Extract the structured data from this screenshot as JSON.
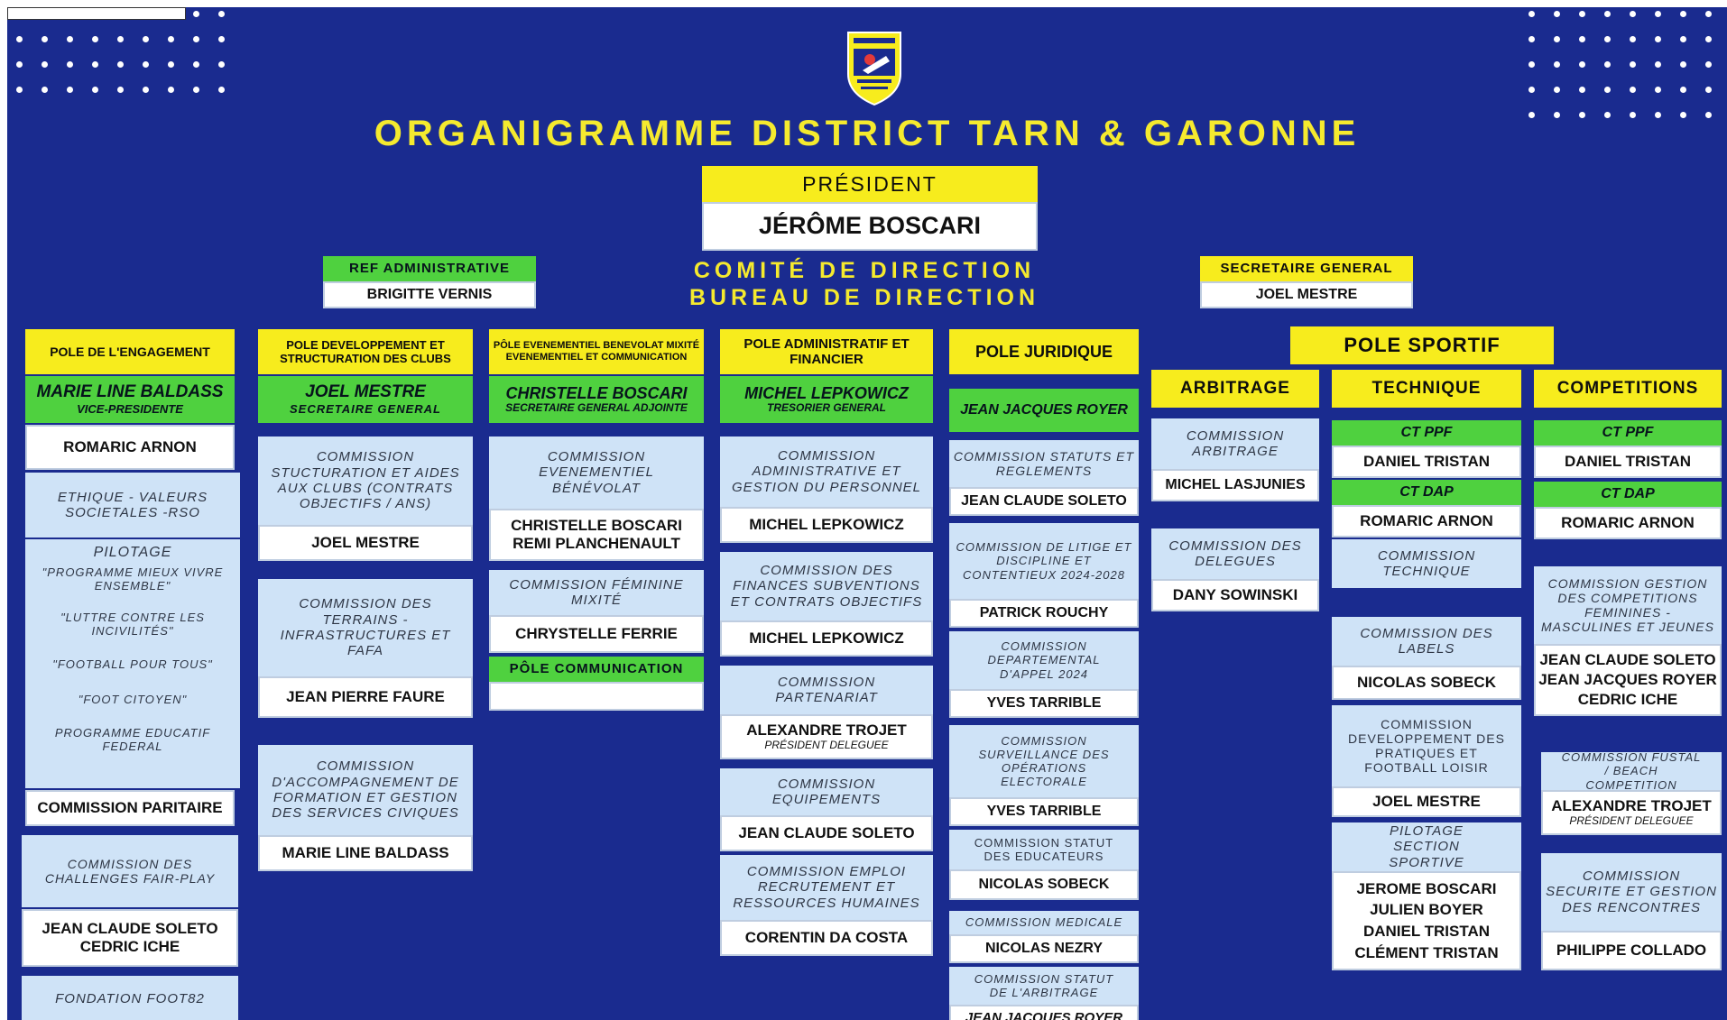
{
  "title": "ORGANIGRAMME DISTRICT TARN & GARONNE",
  "president": {
    "label": "PRÉSIDENT",
    "name": "JÉRÔME BOSCARI"
  },
  "committee": {
    "line1": "COMITÉ DE DIRECTION",
    "line2": "BUREAU DE DIRECTION"
  },
  "ref_admin": {
    "label": "REF ADMINISTRATIVE",
    "name": "BRIGITTE VERNIS"
  },
  "secretaire": {
    "label": "SECRETAIRE GENERAL",
    "name": "JOEL MESTRE"
  },
  "colors": {
    "background": "#1a2b8f",
    "yellow": "#f7ec1d",
    "green": "#4fd13f",
    "light_blue": "#cfe3f7",
    "title_yellow": "#f5ea2e"
  },
  "pole1": {
    "title": "POLE DE L'ENGAGEMENT",
    "lead": "MARIE LINE BALDASS",
    "lead_role": "VICE-PRESIDENTE",
    "member": "ROMARIC ARNON",
    "ethique": "ETHIQUE - VALEURS SOCIETALES -RSO",
    "pilotage_title": "PILOTAGE",
    "pilotage_items": [
      "\"PROGRAMME MIEUX VIVRE ENSEMBLE\"",
      "\"LUTTRE CONTRE LES INCIVILITÉS\"",
      "\"FOOTBALL POUR TOUS\"",
      "\"FOOT CITOYEN\"",
      "PROGRAMME EDUCATIF FEDERAL"
    ],
    "paritaire": "COMMISSION PARITAIRE",
    "challenges": "COMMISSION DES CHALLENGES FAIR-PLAY",
    "challenges_names": [
      "JEAN CLAUDE SOLETO",
      "CEDRIC ICHE"
    ],
    "fondation": "FONDATION FOOT82"
  },
  "pole2": {
    "title": "POLE DEVELOPPEMENT ET STRUCTURATION DES CLUBS",
    "lead": "JOEL MESTRE",
    "lead_role": "SECRETAIRE GENERAL",
    "c1": "COMMISSION STUCTURATION ET AIDES AUX CLUBS (CONTRATS OBJECTIFS / ANS)",
    "c1_name": "JOEL MESTRE",
    "c2": "COMMISSION DES TERRAINS - INFRASTRUCTURES ET FAFA",
    "c2_name": "JEAN PIERRE FAURE",
    "c3": "COMMISSION D'ACCOMPAGNEMENT DE FORMATION ET GESTION DES SERVICES CIVIQUES",
    "c3_name": "MARIE LINE BALDASS"
  },
  "pole3": {
    "title": "PÔLE EVENEMENTIEL BENEVOLAT MIXITÉ EVENEMENTIEL ET COMMUNICATION",
    "lead": "CHRISTELLE BOSCARI",
    "lead_role": "SECRETAIRE GENERAL ADJOINTE",
    "c1": "COMMISSION EVENEMENTIEL BÉNÉVOLAT",
    "c1_names": [
      "CHRISTELLE BOSCARI",
      "REMI PLANCHENAULT"
    ],
    "c2": "COMMISSION FÉMININE MIXITÉ",
    "c2_name": "CHRYSTELLE FERRIE",
    "c3": "PÔLE COMMUNICATION",
    "c3_name": ""
  },
  "pole4": {
    "title": "POLE ADMINISTRATIF ET FINANCIER",
    "lead": "MICHEL LEPKOWICZ",
    "lead_role": "TRESORIER GENERAL",
    "c1": "COMMISSION ADMINISTRATIVE ET GESTION DU PERSONNEL",
    "c1_name": "MICHEL LEPKOWICZ",
    "c2": "COMMISSION DES FINANCES SUBVENTIONS ET CONTRATS OBJECTIFS",
    "c2_name": "MICHEL LEPKOWICZ",
    "c3": "COMMISSION PARTENARIAT",
    "c3_name": "ALEXANDRE TROJET",
    "c3_role": "PRÉSIDENT DELEGUEE",
    "c4": "COMMISSION EQUIPEMENTS",
    "c4_name": "JEAN CLAUDE SOLETO",
    "c5": "COMMISSION EMPLOI RECRUTEMENT ET RESSOURCES HUMAINES",
    "c5_name": "CORENTIN DA COSTA"
  },
  "pole5": {
    "title": "POLE JURIDIQUE",
    "lead": "JEAN JACQUES ROYER",
    "c1": "COMMISSION STATUTS ET REGLEMENTS",
    "c1_name": "JEAN CLAUDE SOLETO",
    "c2": "COMMISSION DE LITIGE ET DISCIPLINE ET CONTENTIEUX 2024-2028",
    "c2_name": "PATRICK ROUCHY",
    "c3": "COMMISSION DEPARTEMENTAL D'APPEL 2024",
    "c3_name": "YVES TARRIBLE",
    "c4": "COMMISSION SURVEILLANCE DES OPÉRATIONS ELECTORALE",
    "c4_name": "YVES TARRIBLE",
    "c5": "COMMISSION STATUT DES EDUCATEURS",
    "c5_name": "NICOLAS SOBECK",
    "c6": "COMMISSION MEDICALE",
    "c6_name": "NICOLAS NEZRY",
    "c7": "COMMISSION STATUT DE L'ARBITRAGE",
    "c7_name": "JEAN JACQUES ROYER"
  },
  "sportif": {
    "title": "POLE SPORTIF",
    "arbitrage": {
      "title": "ARBITRAGE",
      "c1": "COMMISSION ARBITRAGE",
      "c1_name": "MICHEL LASJUNIES",
      "c2": "COMMISSION DES DELEGUES",
      "c2_name": "DANY SOWINSKI"
    },
    "technique": {
      "title": "TECHNIQUE",
      "ppf": "CT PPF",
      "ppf_name": "DANIEL TRISTAN",
      "dap": "CT DAP",
      "dap_name": "ROMARIC ARNON",
      "c1": "COMMISSION TECHNIQUE",
      "c2": "COMMISSION DES LABELS",
      "c2_name": "NICOLAS SOBECK",
      "c3": "COMMISSION DEVELOPPEMENT DES PRATIQUES ET FOOTBALL LOISIR",
      "c3_name": "JOEL MESTRE",
      "c4": "PILOTAGE SECTION SPORTIVE",
      "c4_names": [
        "JEROME BOSCARI",
        "JULIEN BOYER",
        "DANIEL TRISTAN",
        "CLÉMENT TRISTAN"
      ]
    },
    "competitions": {
      "title": "COMPETITIONS",
      "ppf": "CT PPF",
      "ppf_name": "DANIEL TRISTAN",
      "dap": "CT DAP",
      "dap_name": "ROMARIC ARNON",
      "c1": "COMMISSION GESTION DES COMPETITIONS FEMININES - MASCULINES ET JEUNES",
      "c1_names": [
        "JEAN CLAUDE SOLETO",
        "JEAN JACQUES ROYER",
        "CEDRIC ICHE"
      ],
      "c2": "COMMISSION FUSTAL / BEACH COMPETITION",
      "c2_name": "ALEXANDRE TROJET",
      "c2_role": "PRÉSIDENT DELEGUEE",
      "c3": "COMMISSION SECURITE ET GESTION DES RENCONTRES",
      "c3_name": "PHILIPPE COLLADO"
    }
  }
}
